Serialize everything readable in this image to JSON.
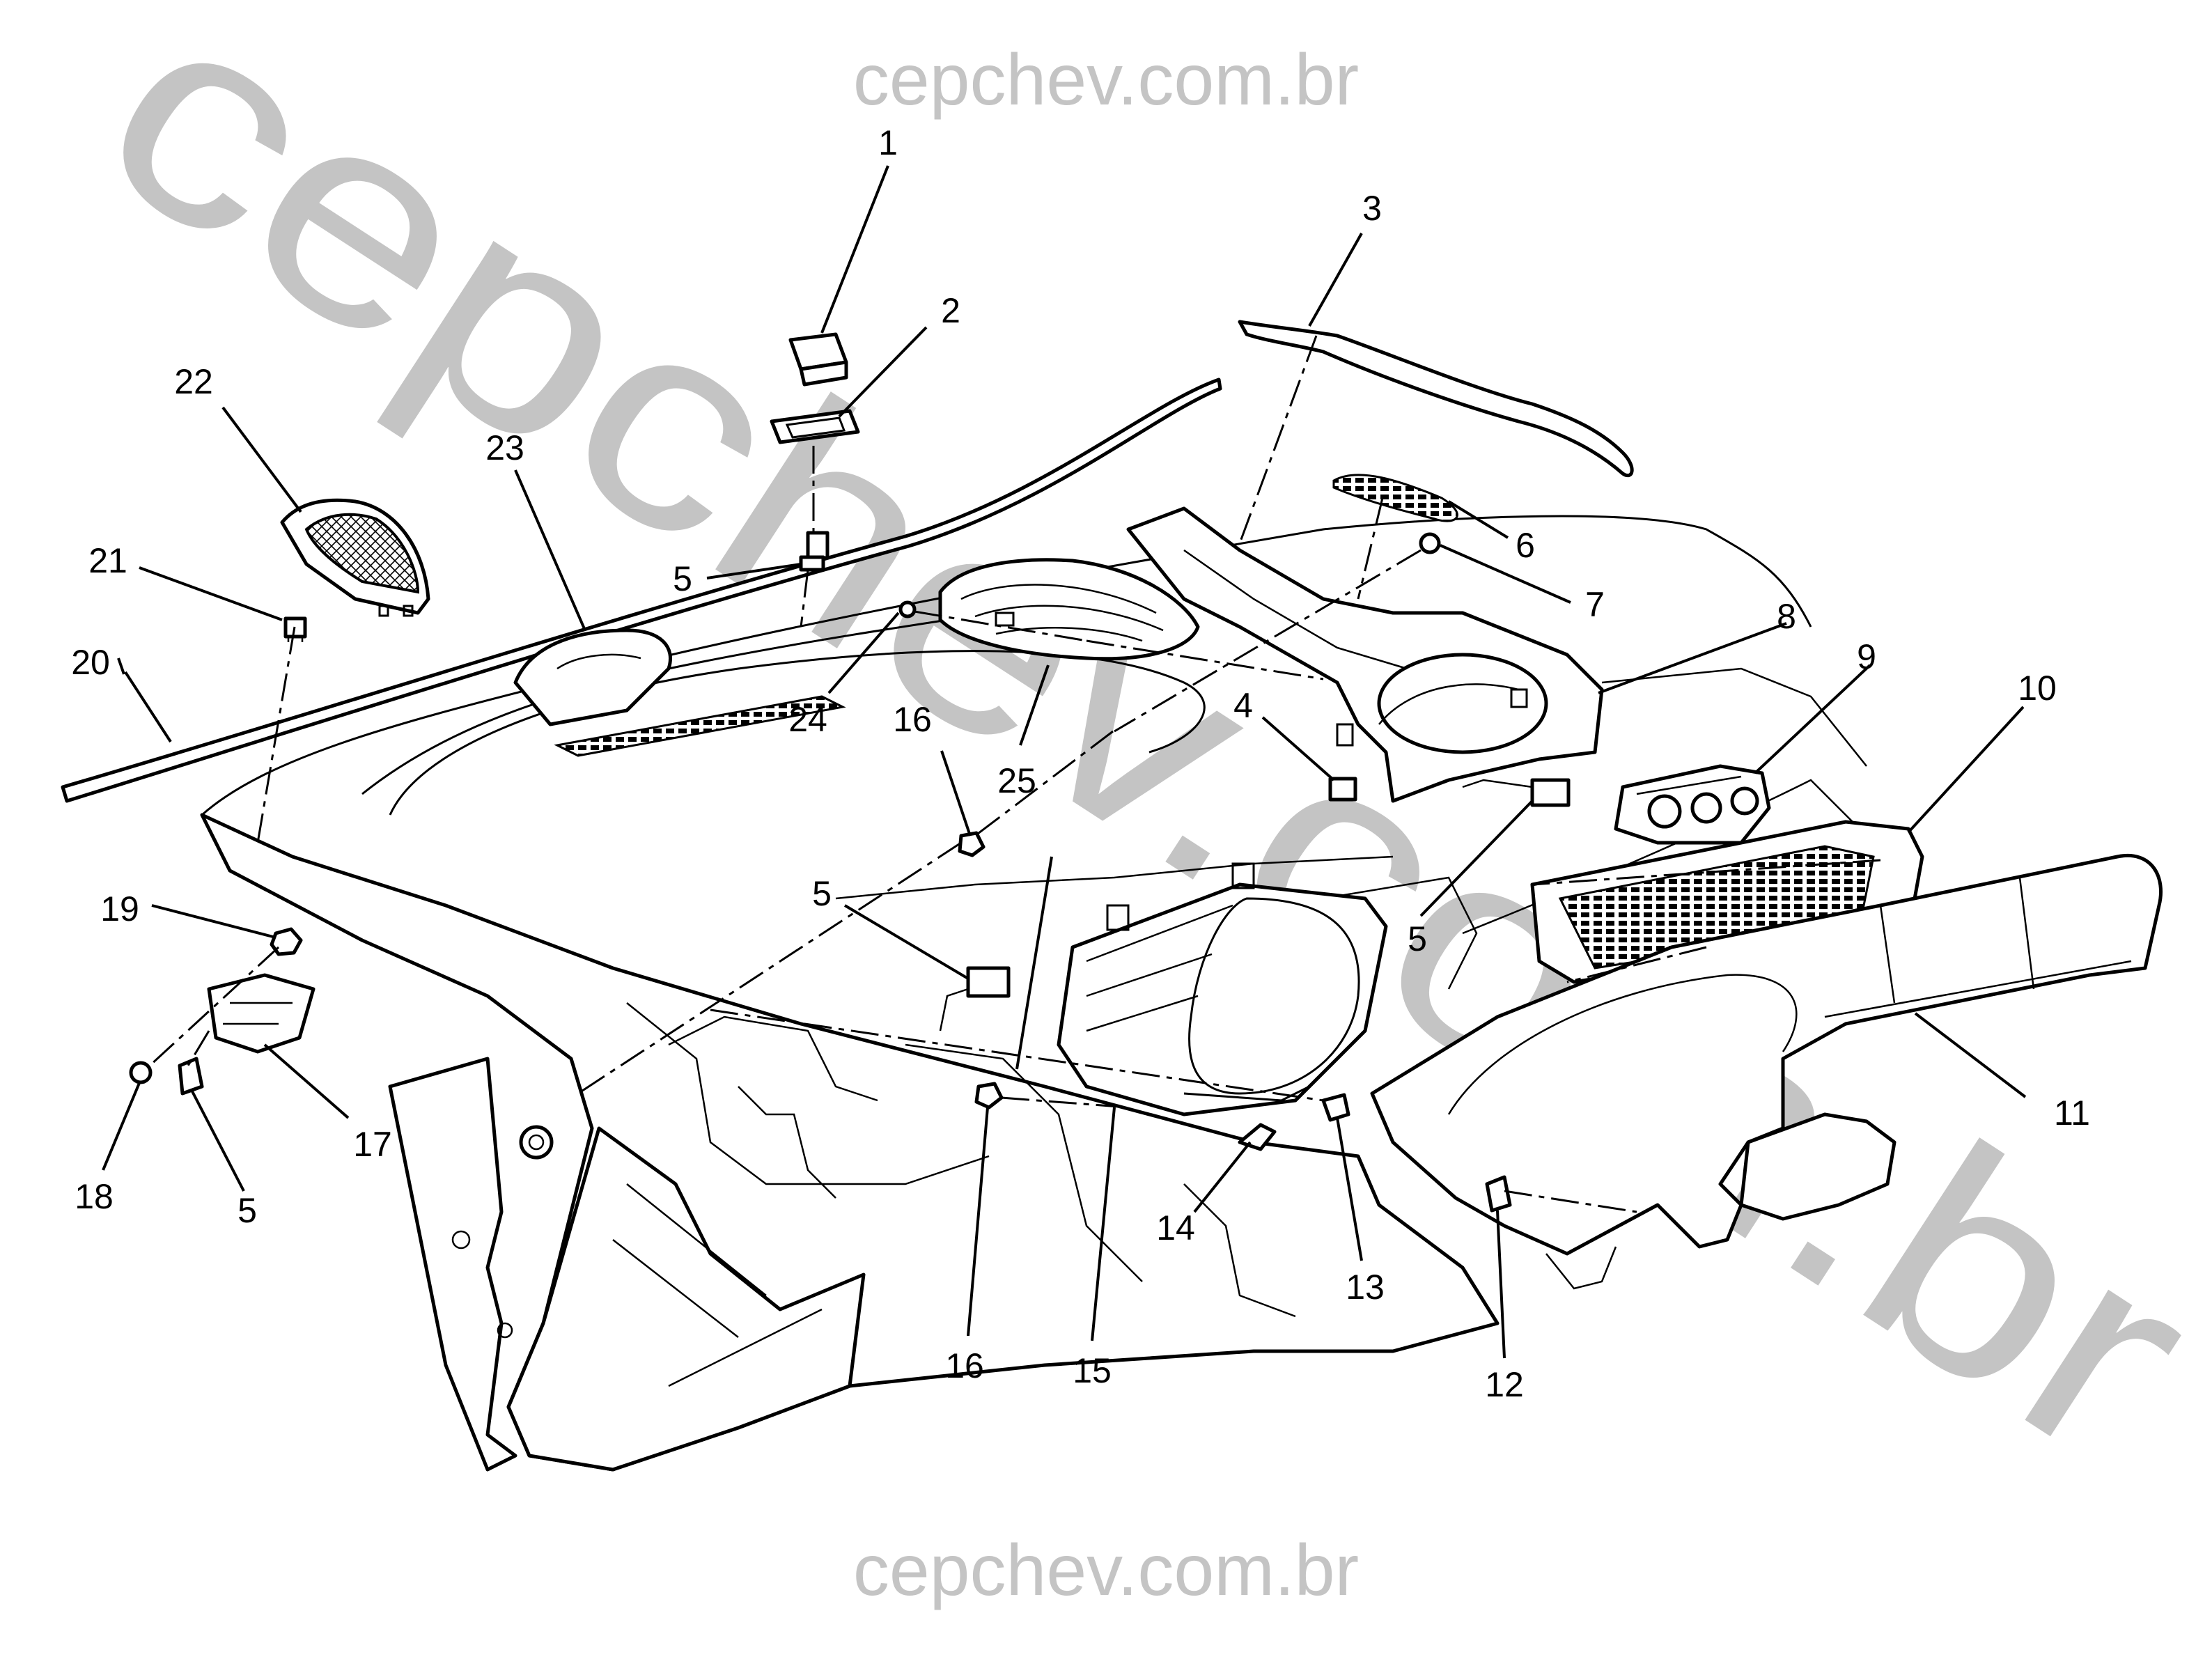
{
  "watermark": {
    "top": "cepchev.com.br",
    "bottom": "cepchev.com.br",
    "diagonal": "cepchev.com.br"
  },
  "callouts": [
    {
      "id": "c1",
      "label": "1"
    },
    {
      "id": "c2",
      "label": "2"
    },
    {
      "id": "c3",
      "label": "3"
    },
    {
      "id": "c4",
      "label": "4"
    },
    {
      "id": "c5a",
      "label": "5"
    },
    {
      "id": "c5b",
      "label": "5"
    },
    {
      "id": "c5c",
      "label": "5"
    },
    {
      "id": "c5d",
      "label": "5"
    },
    {
      "id": "c6",
      "label": "6"
    },
    {
      "id": "c7",
      "label": "7"
    },
    {
      "id": "c8",
      "label": "8"
    },
    {
      "id": "c9",
      "label": "9"
    },
    {
      "id": "c10",
      "label": "10"
    },
    {
      "id": "c11",
      "label": "11"
    },
    {
      "id": "c12",
      "label": "12"
    },
    {
      "id": "c13",
      "label": "13"
    },
    {
      "id": "c14",
      "label": "14"
    },
    {
      "id": "c15",
      "label": "15"
    },
    {
      "id": "c16a",
      "label": "16"
    },
    {
      "id": "c16b",
      "label": "16"
    },
    {
      "id": "c17",
      "label": "17"
    },
    {
      "id": "c18",
      "label": "18"
    },
    {
      "id": "c19",
      "label": "19"
    },
    {
      "id": "c20",
      "label": "20"
    },
    {
      "id": "c21",
      "label": "21"
    },
    {
      "id": "c22",
      "label": "22"
    },
    {
      "id": "c23",
      "label": "23"
    },
    {
      "id": "c24",
      "label": "24"
    },
    {
      "id": "c25",
      "label": "25"
    }
  ]
}
